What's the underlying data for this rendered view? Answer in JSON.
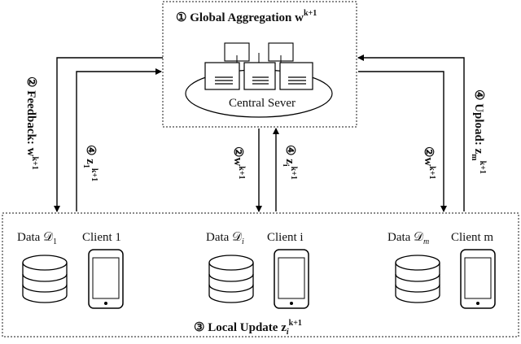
{
  "server": {
    "title": "① Global Aggregation w",
    "title_sup": "k+1",
    "label": "Central Sever"
  },
  "arrows": {
    "feedback": {
      "text": "② Feedback: w",
      "sup": "k+1"
    },
    "upload": {
      "text": "④ Upload: z",
      "sub": "m",
      "sup": "k+1"
    },
    "up_1": {
      "text": "④ z",
      "sub": "1",
      "sup": "k+1"
    },
    "down_i": {
      "text": "②w",
      "sup": "k+1"
    },
    "up_i": {
      "text": "④ z",
      "sub": "i",
      "sup": "k+1"
    },
    "down_m": {
      "text": "②w",
      "sup": "k+1"
    }
  },
  "clients": [
    {
      "data_label": "Data 𝒟",
      "data_sub": "1",
      "client_label": "Client 1"
    },
    {
      "data_label": "Data 𝒟",
      "data_sub": "i",
      "client_label": "Client i"
    },
    {
      "data_label": "Data 𝒟",
      "data_sub": "m",
      "client_label": "Client m"
    }
  ],
  "local_update": {
    "text": "③ Local Update  z",
    "sub": "i",
    "sup": "k+1"
  }
}
